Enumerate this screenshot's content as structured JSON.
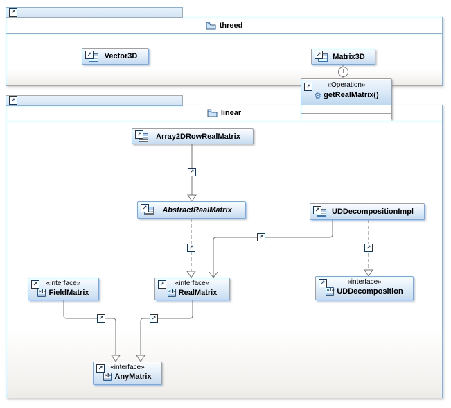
{
  "diagram": {
    "packages": [
      {
        "name": "threed"
      },
      {
        "name": "linear"
      }
    ],
    "classes": [
      {
        "name": "Vector3D",
        "package": "threed"
      },
      {
        "name": "Matrix3D",
        "package": "threed"
      },
      {
        "name": "Array2DRowRealMatrix",
        "package": "linear"
      },
      {
        "name": "AbstractRealMatrix",
        "package": "linear",
        "abstract": true
      },
      {
        "name": "UDDecompositionImpl",
        "package": "linear"
      }
    ],
    "interfaces": [
      {
        "stereotype": "«interface»",
        "name": "FieldMatrix"
      },
      {
        "stereotype": "«interface»",
        "name": "RealMatrix"
      },
      {
        "stereotype": "«interface»",
        "name": "UDDecomposition"
      },
      {
        "stereotype": "«interface»",
        "name": "AnyMatrix"
      }
    ],
    "operation": {
      "stereotype": "«Operation»",
      "name": "getRealMatrix()"
    },
    "relationships": [
      {
        "type": "generalization",
        "from": "Array2DRowRealMatrix",
        "to": "AbstractRealMatrix",
        "line": "solid",
        "arrow": "hollow-triangle"
      },
      {
        "type": "realization",
        "from": "AbstractRealMatrix",
        "to": "RealMatrix",
        "line": "dashed",
        "arrow": "hollow-triangle"
      },
      {
        "type": "association",
        "from": "UDDecompositionImpl",
        "to": "RealMatrix",
        "line": "solid",
        "arrow": "open"
      },
      {
        "type": "realization",
        "from": "UDDecompositionImpl",
        "to": "UDDecomposition",
        "line": "dashed",
        "arrow": "hollow-triangle"
      },
      {
        "type": "generalization",
        "from": "FieldMatrix",
        "to": "AnyMatrix",
        "line": "solid",
        "arrow": "hollow-triangle"
      },
      {
        "type": "generalization",
        "from": "RealMatrix",
        "to": "AnyMatrix",
        "line": "solid",
        "arrow": "hollow-triangle"
      },
      {
        "type": "contains-operation",
        "from": "Matrix3D",
        "to": "getRealMatrix()",
        "connector": "plus-circle"
      }
    ],
    "icons": {
      "link": "↗",
      "gear": "⚙",
      "interface_badge": "«I»",
      "plus": "+"
    },
    "colors": {
      "box_border": "#7da7d8",
      "package_border": "#8bb0d6",
      "box_fill_top": "#fbfdff",
      "box_fill_bottom": "#c6dbf0",
      "line": "#737373",
      "icon_navy": "#17375e"
    }
  }
}
